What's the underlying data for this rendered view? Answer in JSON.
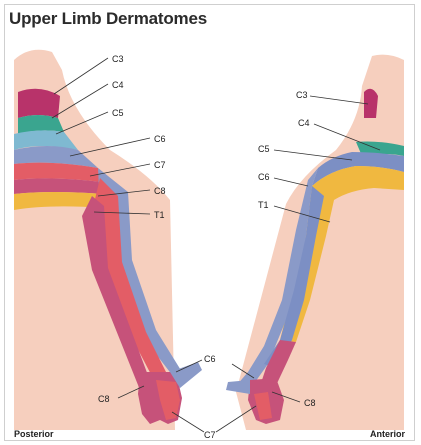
{
  "title": "Upper Limb Dermatomes",
  "views": {
    "posterior": "Posterior",
    "anterior": "Anterior"
  },
  "posterior_labels": {
    "c3": "C3",
    "c4": "C4",
    "c5": "C5",
    "c6": "C6",
    "c7": "C7",
    "c8": "C8",
    "t1": "T1",
    "c6_hand": "C6",
    "c8_hand": "C8",
    "c7_hand": "C7"
  },
  "anterior_labels": {
    "c3": "C3",
    "c4": "C4",
    "c5": "C5",
    "c6": "C6",
    "t1": "T1",
    "c8_hand": "C8"
  },
  "colors": {
    "skin": "#f6cfbe",
    "c3": "#b8336a",
    "c4": "#3aa58f",
    "c5": "#7fb9d1",
    "c6": "#7c8fc4",
    "c7": "#e35d66",
    "c8": "#b54a7c",
    "t1": "#f0b840",
    "c6_arm": "#8a9ac8",
    "c8_arm": "#c6527a"
  }
}
